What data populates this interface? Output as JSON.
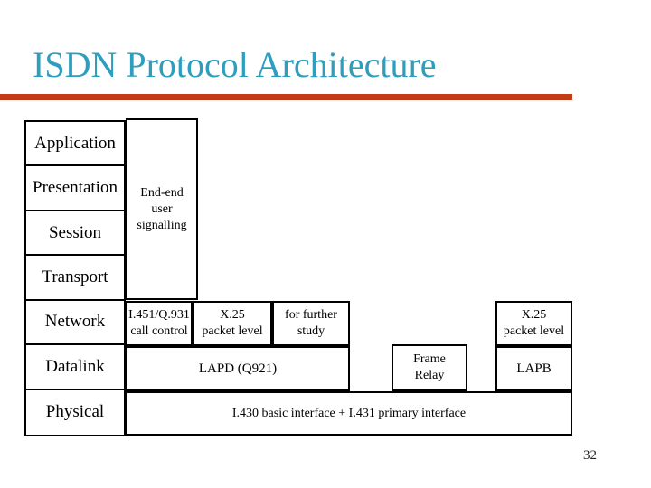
{
  "slide": {
    "title": "ISDN Protocol Architecture",
    "page_number": "32",
    "colors": {
      "title_text": "#2E9EBF",
      "title_rule": "#C23D17",
      "box_border": "#000000",
      "background": "#FFFFFF",
      "body_text": "#000000"
    }
  },
  "diagram": {
    "layers": [
      {
        "label": "Application"
      },
      {
        "label": "Presentation"
      },
      {
        "label": "Session"
      },
      {
        "label": "Transport"
      },
      {
        "label": "Network"
      },
      {
        "label": "Datalink"
      },
      {
        "label": "Physical"
      }
    ],
    "end_end_box": {
      "lines": [
        "End-end",
        "user",
        "signalling"
      ]
    },
    "network_row": [
      {
        "lines": [
          "I.451/Q.931",
          "call control"
        ]
      },
      {
        "lines": [
          "X.25",
          "packet level"
        ]
      },
      {
        "lines": [
          "for further",
          "study"
        ]
      },
      {
        "lines": [
          "X.25",
          "packet level"
        ]
      }
    ],
    "datalink_row": [
      {
        "label": "LAPD (Q921)"
      },
      {
        "lines": [
          "Frame",
          "Relay"
        ]
      },
      {
        "label": "LAPB"
      }
    ],
    "physical_row": {
      "label": "I.430 basic interface + I.431 primary interface"
    }
  }
}
